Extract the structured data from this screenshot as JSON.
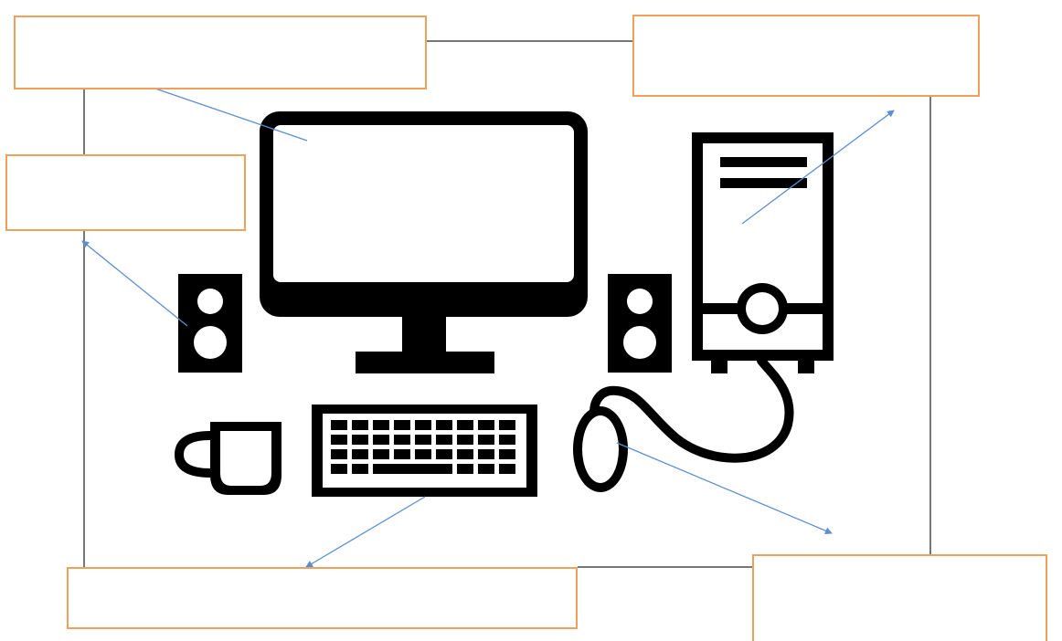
{
  "diagram": {
    "colors": {
      "box_border": "#f0a05a",
      "arrow": "#5b8fd1",
      "frame": "#777777",
      "icon": "#000000"
    },
    "label_boxes": [
      {
        "id": "box-tl",
        "points_to": "monitor",
        "text": ""
      },
      {
        "id": "box-tr",
        "points_to": "system-unit",
        "text": ""
      },
      {
        "id": "box-ml",
        "points_to": "speaker",
        "text": ""
      },
      {
        "id": "box-bl",
        "points_to": "keyboard",
        "text": ""
      },
      {
        "id": "box-br",
        "points_to": "mouse",
        "text": ""
      }
    ],
    "icons": [
      "monitor-icon",
      "speaker-left-icon",
      "speaker-right-icon",
      "system-unit-icon",
      "keyboard-icon",
      "mouse-icon",
      "mug-icon"
    ]
  }
}
